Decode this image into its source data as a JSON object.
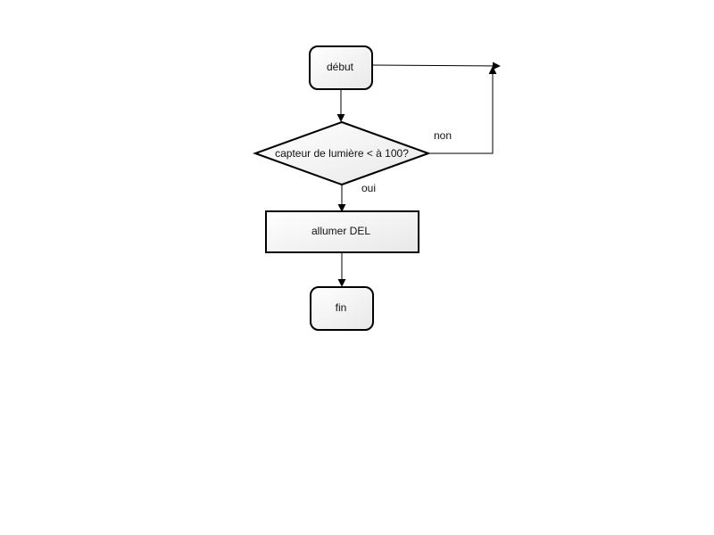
{
  "flowchart": {
    "nodes": {
      "start": {
        "label": "début",
        "shape": "rounded-rectangle"
      },
      "decision": {
        "label": "capteur de lumière < à 100?",
        "shape": "diamond"
      },
      "action": {
        "label": "allumer DEL",
        "shape": "rectangle"
      },
      "end": {
        "label": "fin",
        "shape": "rounded-rectangle"
      }
    },
    "edges": {
      "no_label": "non",
      "yes_label": "oui"
    }
  },
  "colors": {
    "stroke": "#000000",
    "fill_light": "#ffffff",
    "fill_dark": "#e8e8e8",
    "text": "#111111"
  }
}
